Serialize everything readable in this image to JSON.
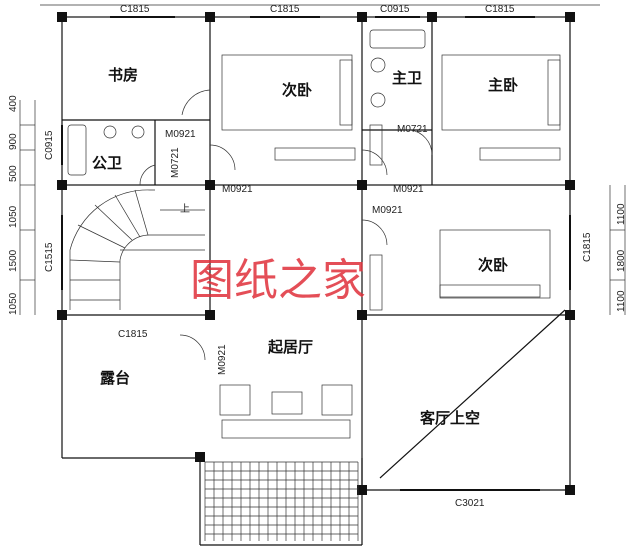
{
  "rooms": {
    "study": "书房",
    "bedroom_mid": "次卧",
    "master_bath": "主卫",
    "master_bed": "主卧",
    "public_bath": "公卫",
    "bedroom_right": "次卧",
    "living": "起居厅",
    "terrace": "露台",
    "void": "客厅上空"
  },
  "windows": {
    "top1": "C1815",
    "top2": "C1815",
    "top3": "C0915",
    "top4": "C1815",
    "left_bath": "C0915",
    "left_stair": "C1515",
    "stair_bottom": "C1815",
    "right_bed": "C1815",
    "bottom_right": "C3021"
  },
  "doors": {
    "study": "M0921",
    "public_bath": "M0721",
    "bed_mid": "M0921",
    "master_bath": "M0721",
    "master_bed": "M0921",
    "bed_right": "M0921",
    "living": "M0921"
  },
  "dims_left": [
    "400",
    "900",
    "500",
    "1050",
    "1500",
    "1050"
  ],
  "dims_right": [
    "1100",
    "1800",
    "1100"
  ],
  "stair_up": "上",
  "watermark": "图纸之家"
}
